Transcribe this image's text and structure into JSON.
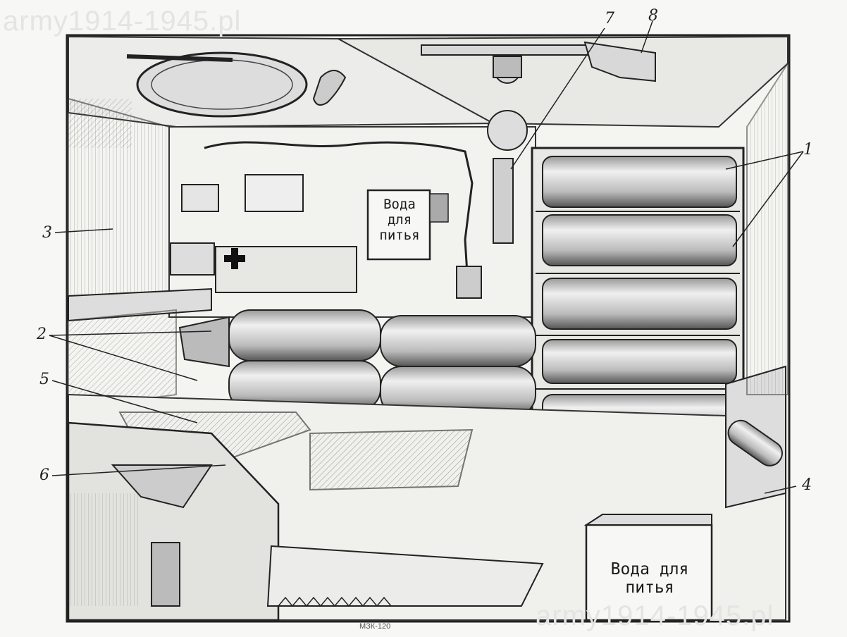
{
  "watermarks": {
    "top_left": "army1914-1945.pl",
    "bottom_right": "army1914-1945.pl"
  },
  "callouts": [
    "1",
    "2",
    "3",
    "4",
    "5",
    "6",
    "7",
    "8"
  ],
  "signs": {
    "small_sign_line1": "Вода",
    "small_sign_line2": "для",
    "small_sign_line3": "питья",
    "large_sign_line1": "Вода для",
    "large_sign_line2": "питья"
  },
  "caption": "МЗК-120",
  "colors": {
    "ink": "#2a2a2a",
    "paper": "#f7f7f5"
  }
}
